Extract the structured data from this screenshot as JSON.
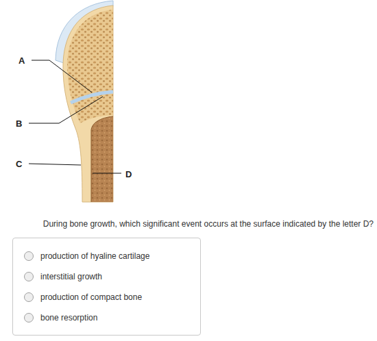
{
  "diagram": {
    "nodes": [
      {
        "text": [
          "production of hyaline cartilage",
          "interstitial growth",
          "production of compact bone",
          "bone resorption"
        ]
      }
    ],
    "labels": [
      "A",
      "B",
      "C",
      "D",
      "During bone growth, which significant event occurs at the surface indicated by the letter D?"
    ]
  }
}
